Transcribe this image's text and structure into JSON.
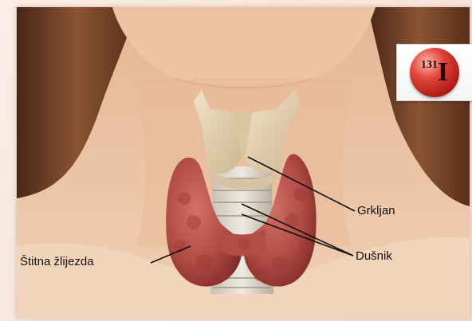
{
  "labels": {
    "larynx": "Grkljan",
    "trachea": "Dušnik",
    "thyroid": "Štitna žlijezda"
  },
  "badge": {
    "mass_number": "131",
    "element": "I",
    "color": "#c0231c"
  },
  "colors": {
    "skin": "#e9c2a3",
    "hair": "#6a3a22",
    "cartilage": "#e6d3b5",
    "thyroid": "#b5504a"
  }
}
